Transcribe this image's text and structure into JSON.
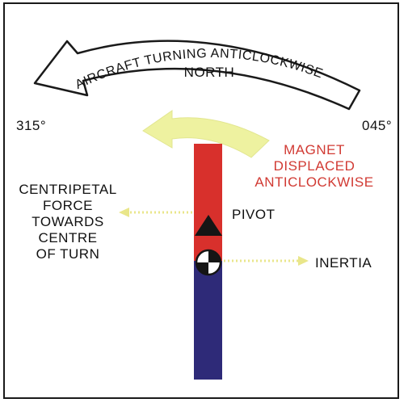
{
  "labels": {
    "banner": "AIRCRAFT TURNING ANTICLOCKWISE",
    "north": "NORTH",
    "heading_left": "315°",
    "heading_right": "045°",
    "magnet": "MAGNET\nDISPLACED\nANTICLOCKWISE",
    "centripetal": "CENTRIPETAL\nFORCE\nTOWARDS\nCENTRE\nOF TURN",
    "pivot": "PIVOT",
    "inertia": "INERTIA"
  },
  "colors": {
    "magnet_red": "#d8302c",
    "magnet_blue": "#2e2a78",
    "magnet_label": "#d13a33",
    "displacement_arrow": "#eef2a0",
    "force_arrow": "#f2ef9c",
    "frame": "#1a1a1a"
  },
  "icons": {
    "pivot": "triangle-icon",
    "centre_of_gravity": "cg-roundel-icon"
  }
}
